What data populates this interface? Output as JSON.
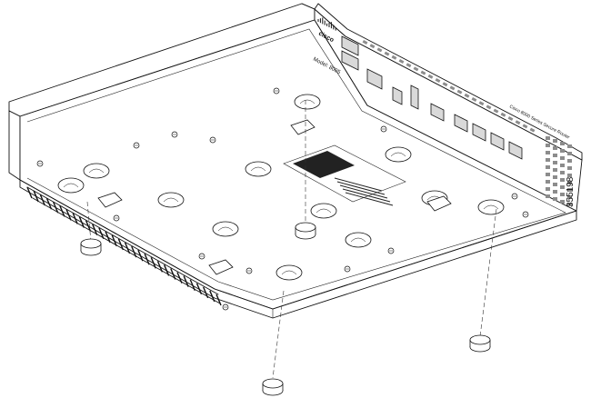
{
  "figure": {
    "id_number": "355198",
    "model_label": "Model: 8005",
    "brand": "cisco",
    "product_label": "Cisco 8000 Series Secure Router",
    "rubber_feet_count": 4
  },
  "colors": {
    "line": "#111111",
    "background": "#ffffff",
    "port_fill": "#d9d9d9",
    "fin_fill": "#8c8c8c",
    "label_fill": "#222222"
  }
}
